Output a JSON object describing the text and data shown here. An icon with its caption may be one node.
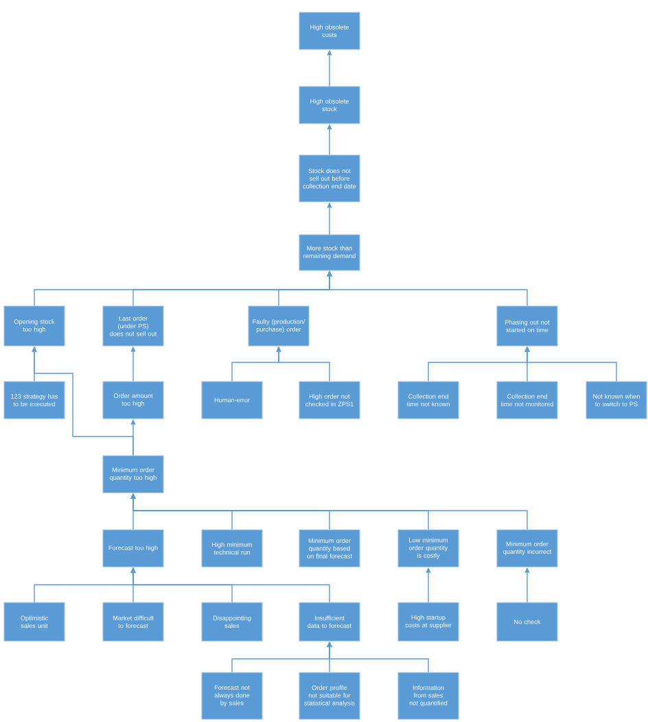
{
  "diagram": {
    "nodes": [
      {
        "text": [
          "High obsolete costs"
        ]
      },
      {
        "text": [
          "High obsolete stock"
        ]
      },
      {
        "text": [
          "Stock does not sell out before collection end date"
        ]
      },
      {
        "text": [
          "More stock than remaining demand"
        ]
      },
      {
        "text": [
          "Opening stock too high"
        ]
      },
      {
        "text": [
          "Last order (under PS) does not sell out"
        ]
      },
      {
        "text": [
          "Faulty (production/ purchase) order"
        ]
      },
      {
        "text": [
          "Phasing out not started on time"
        ]
      },
      {
        "text": [
          "123 strategy has to be executed"
        ]
      },
      {
        "text": [
          "Order amount too high"
        ]
      },
      {
        "text": [
          "Human-error"
        ]
      },
      {
        "text": [
          "High order not checked in ZPS1"
        ]
      },
      {
        "text": [
          "Collection end time not known"
        ]
      },
      {
        "text": [
          "Collection end time not monitored"
        ]
      },
      {
        "text": [
          "Not known when to switch to PS"
        ]
      },
      {
        "text": [
          "Minimum order quantity too high"
        ]
      },
      {
        "text": [
          "Forecast too high"
        ]
      },
      {
        "text": [
          "High minimum technical run"
        ]
      },
      {
        "text": [
          "Minimum order quantity based on final forecast"
        ]
      },
      {
        "text": [
          "Low minimum order quantity is costly"
        ]
      },
      {
        "text": [
          "Minimum order quantity incorrect"
        ]
      },
      {
        "text": [
          "Optimistic sales unit"
        ]
      },
      {
        "text": [
          "Market difficult to forecast"
        ]
      },
      {
        "text": [
          "Disappointing sales"
        ]
      },
      {
        "text": [
          "Insufficient data to forecast"
        ]
      },
      {
        "text": [
          "High startup costs at supplier"
        ]
      },
      {
        "text": [
          "No check"
        ]
      },
      {
        "text": [
          "Forecast not always done by sales"
        ]
      },
      {
        "text": [
          "Order profile not suitable for statistical analysis"
        ]
      },
      {
        "text": [
          "Information from sales not quantified"
        ]
      }
    ],
    "edges": [
      {
        "from": 1,
        "to": 0,
        "arrow": "to"
      },
      {
        "from": 2,
        "to": 1,
        "arrow": "to"
      },
      {
        "from": 3,
        "to": 2,
        "arrow": "to"
      },
      {
        "from": 4,
        "to": 3,
        "arrow": "to"
      },
      {
        "from": 5,
        "to": 3,
        "arrow": "to"
      },
      {
        "from": 6,
        "to": 3,
        "arrow": "to"
      },
      {
        "from": 7,
        "to": 3,
        "arrow": "to"
      },
      {
        "from": 8,
        "to": 4,
        "arrow": "to"
      },
      {
        "from": 15,
        "to": 4,
        "arrow": "to"
      },
      {
        "from": 9,
        "to": 5,
        "arrow": "to"
      },
      {
        "from": 15,
        "to": 9,
        "arrow": "to"
      },
      {
        "from": 10,
        "to": 6,
        "arrow": "to"
      },
      {
        "from": 11,
        "to": 6,
        "arrow": "to"
      },
      {
        "from": 12,
        "to": 7,
        "arrow": "to"
      },
      {
        "from": 13,
        "to": 7,
        "arrow": "to"
      },
      {
        "from": 14,
        "to": 7,
        "arrow": "to"
      },
      {
        "from": 16,
        "to": 15,
        "arrow": "to"
      },
      {
        "from": 17,
        "to": 15,
        "arrow": "to"
      },
      {
        "from": 18,
        "to": 15,
        "arrow": "to"
      },
      {
        "from": 19,
        "to": 15,
        "arrow": "to"
      },
      {
        "from": 20,
        "to": 15,
        "arrow": "to"
      },
      {
        "from": 21,
        "to": 16,
        "arrow": "to"
      },
      {
        "from": 22,
        "to": 16,
        "arrow": "to"
      },
      {
        "from": 23,
        "to": 16,
        "arrow": "to"
      },
      {
        "from": 24,
        "to": 16,
        "arrow": "to"
      },
      {
        "from": 25,
        "to": 19,
        "arrow": "to"
      },
      {
        "from": 26,
        "to": 20,
        "arrow": "to"
      },
      {
        "from": 27,
        "to": 24,
        "arrow": "to"
      },
      {
        "from": 28,
        "to": 24,
        "arrow": "to"
      },
      {
        "from": 29,
        "to": 24,
        "arrow": "to"
      }
    ]
  }
}
